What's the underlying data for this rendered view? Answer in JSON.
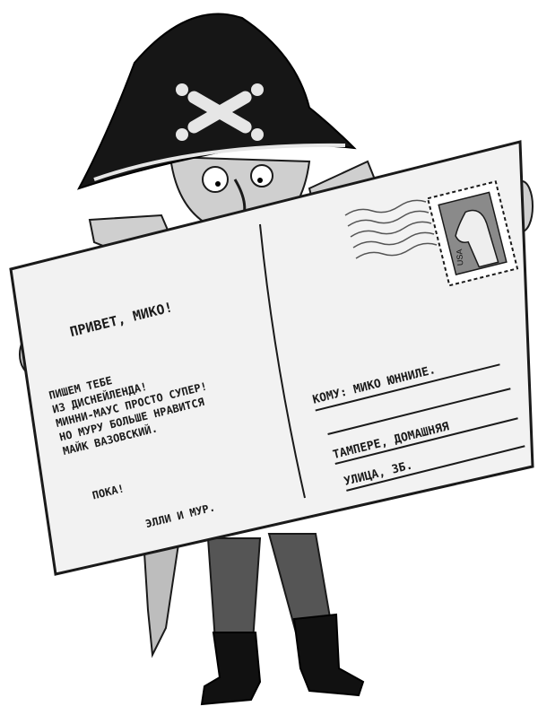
{
  "postcard": {
    "greeting": "ПРИВЕТ, МИКО!",
    "message_lines": [
      "ПИШЕМ ТЕБЕ",
      "ИЗ ДИСНЕЙЛЕНДА!",
      "МИННИ-МАУС ПРОСТО СУПЕР!",
      "НО МУРУ БОЛЬШЕ НРАВИТСЯ",
      "МАЙК ВАЗОВСКИЙ."
    ],
    "farewell": "ПОКА!",
    "signature": "ЭЛЛИ И МУР.",
    "address_lines": [
      "КОМУ: МИКО ЮННИЛЕ.",
      "ТАМПЕРЕ, ДОМАШНЯЯ",
      "УЛИЦА, 3Б."
    ],
    "stamp_text": "USA"
  },
  "colors": {
    "ink": "#1a1a1a",
    "paper": "#f2f2f2",
    "hat": "#161616",
    "skin": "#cfcfcf",
    "legs": "#555555",
    "stamp_bg": "#8a8a8a"
  }
}
